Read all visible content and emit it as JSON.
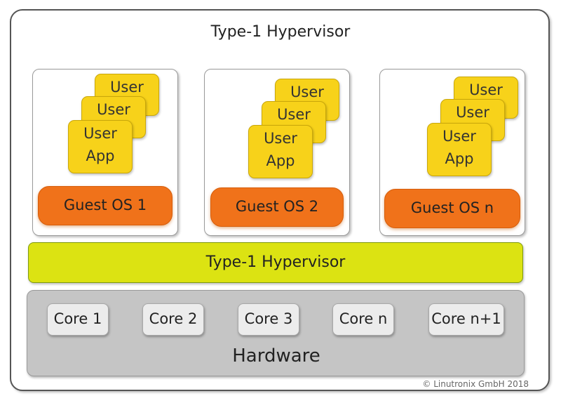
{
  "title": "Type-1 Hypervisor",
  "vms": [
    {
      "guest_os": "Guest OS 1",
      "apps": [
        "User",
        "User",
        "User App"
      ]
    },
    {
      "guest_os": "Guest OS 2",
      "apps": [
        "User",
        "User",
        "User App"
      ]
    },
    {
      "guest_os": "Guest OS n",
      "apps": [
        "User",
        "User",
        "User App"
      ]
    }
  ],
  "hypervisor_label": "Type-1 Hypervisor",
  "hardware": {
    "label": "Hardware",
    "cores": [
      "Core 1",
      "Core 2",
      "Core 3",
      "Core n",
      "Core n+1"
    ]
  },
  "copyright": "© Linutronix GmbH 2018",
  "colors": {
    "user_app": "#f7d21a",
    "guest_os": "#f0721a",
    "hypervisor": "#dce312",
    "hardware": "#c5c5c5",
    "core": "#ececec"
  }
}
